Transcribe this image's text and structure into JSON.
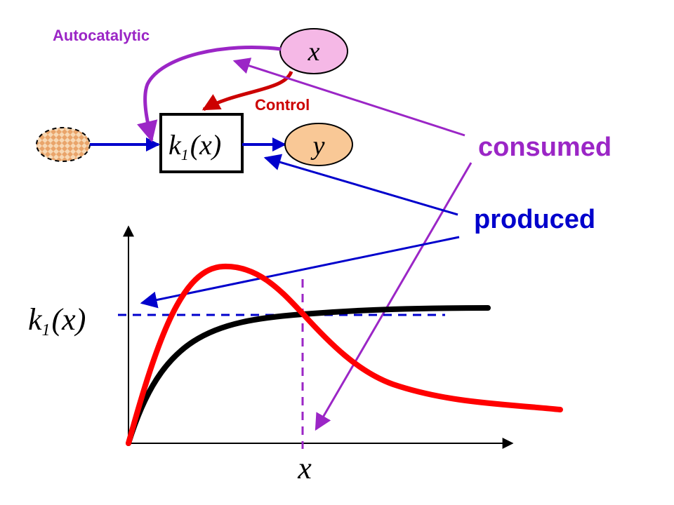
{
  "labels": {
    "autocatalytic": "Autocatalytic",
    "control": "Control",
    "consumed": "consumed",
    "produced": "produced",
    "node_x": "x",
    "node_y": "y",
    "box_k": "k",
    "box_sub": "1",
    "box_arg": "(x)",
    "axis_k": "k",
    "axis_sub": "1",
    "axis_arg": "(x)",
    "axis_x": "x"
  },
  "colors": {
    "purple": "#9B26C6",
    "red": "#CC0000",
    "blue": "#0000CC",
    "node_fill": "#F9C896",
    "source_fill": "#F7D8B4",
    "curve_red": "#FF0000",
    "curve_black": "#000000"
  }
}
